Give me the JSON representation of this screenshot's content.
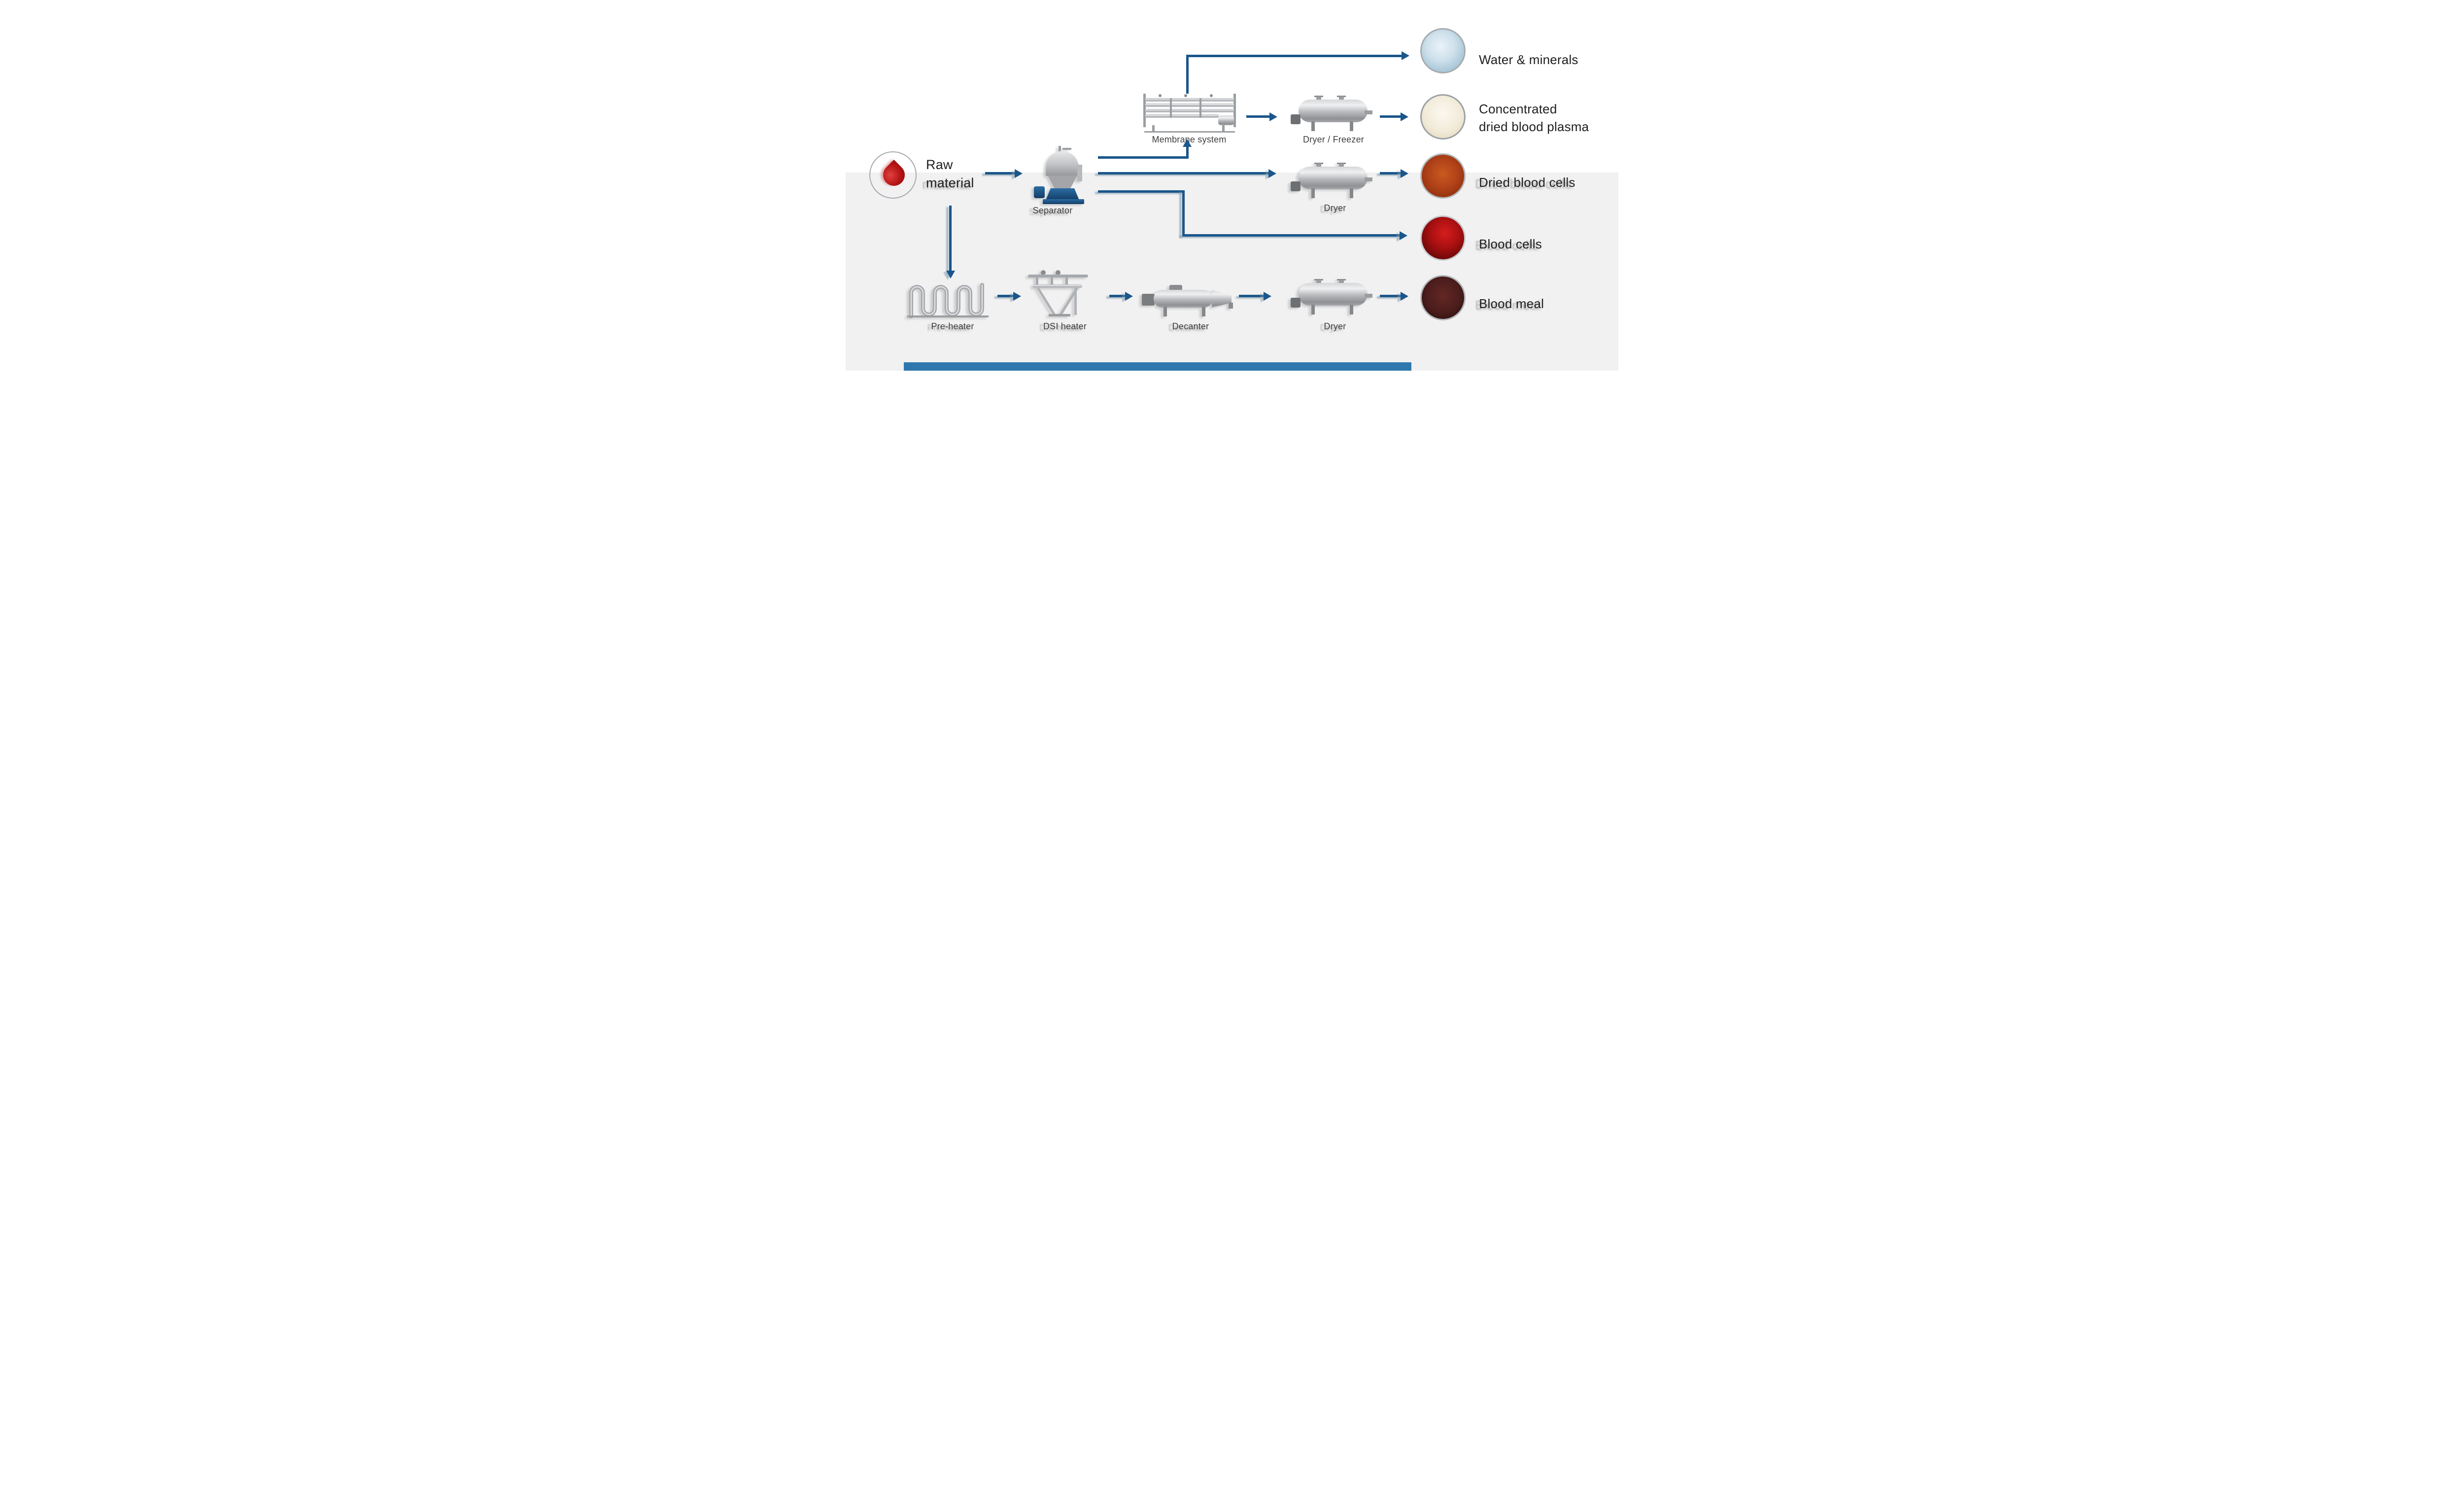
{
  "canvas": {
    "bg_top": "#ffffff",
    "bg_bottom": "#f1f1f2",
    "arrow_color": "#1a568b",
    "bottom_bar_color": "#2f78ad",
    "rim_color": "#a6abaf"
  },
  "source": {
    "line1": "Raw",
    "line2": "material"
  },
  "equipment": {
    "separator": "Separator",
    "membrane_system": "Membrane system",
    "dryer_freezer": "Dryer / Freezer",
    "dryer_mid": "Dryer",
    "pre_heater": "Pre-heater",
    "dsi_heater": "DSI heater",
    "decanter": "Decanter",
    "dryer_bottom": "Dryer"
  },
  "products": {
    "water_minerals": {
      "label": "Water & minerals",
      "color": "#cfe1ec"
    },
    "plasma": {
      "line1": "Concentrated",
      "line2": "dried blood plasma",
      "color": "#f2ebd9"
    },
    "dried_blood_cells": {
      "label": "Dried blood cells",
      "color": "#b2431a"
    },
    "blood_cells": {
      "label": "Blood cells",
      "color": "#a81011"
    },
    "blood_meal": {
      "label": "Blood meal",
      "color": "#4a1d1c"
    }
  },
  "flows": [
    {
      "from": "raw-material",
      "to": "separator"
    },
    {
      "from": "raw-material",
      "to": "pre-heater"
    },
    {
      "from": "separator",
      "to": "membrane-system"
    },
    {
      "from": "separator",
      "to": "dryer-mid"
    },
    {
      "from": "separator",
      "to": "blood-cells"
    },
    {
      "from": "membrane-system",
      "to": "water-minerals"
    },
    {
      "from": "membrane-system",
      "to": "dryer-freezer"
    },
    {
      "from": "dryer-freezer",
      "to": "concentrated-dried-blood-plasma"
    },
    {
      "from": "dryer-mid",
      "to": "dried-blood-cells"
    },
    {
      "from": "pre-heater",
      "to": "dsi-heater"
    },
    {
      "from": "dsi-heater",
      "to": "decanter"
    },
    {
      "from": "decanter",
      "to": "dryer-bottom"
    },
    {
      "from": "dryer-bottom",
      "to": "blood-meal"
    }
  ]
}
